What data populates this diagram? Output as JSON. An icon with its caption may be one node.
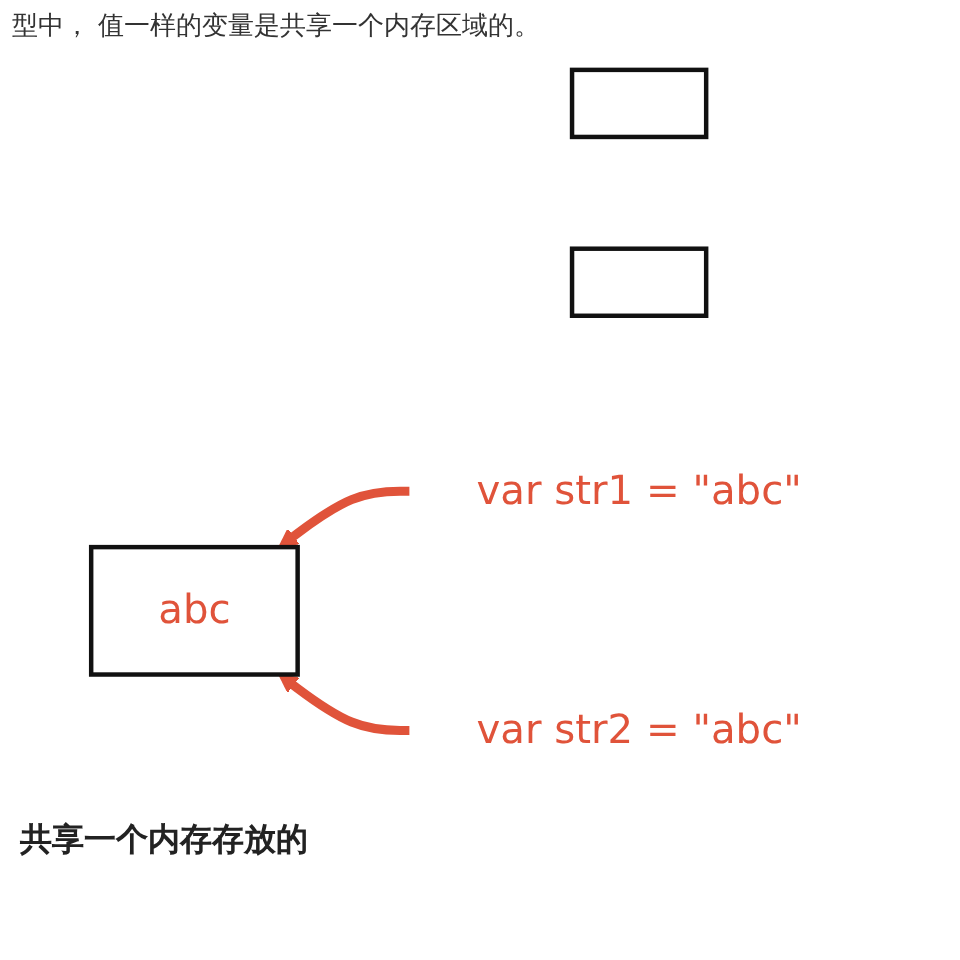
{
  "diagram": {
    "title": "型中， 值一样的变量是共享一个内存区域的。",
    "nodes": [
      {
        "text": [
          "abc"
        ]
      },
      {
        "text": [],
        "shape": "box"
      },
      {
        "text": [],
        "shape": "box"
      },
      {
        "text": [
          "var str1  = \"abc\""
        ]
      },
      {
        "text": [
          "var str2 = \"abc\""
        ]
      }
    ],
    "edges": [
      {
        "from": 3,
        "to": 0,
        "arrow": "to",
        "color": "#e0533a"
      },
      {
        "from": 4,
        "to": 0,
        "arrow": "to",
        "color": "#e0533a"
      }
    ],
    "labels": [
      "共享一个内存存放的"
    ]
  }
}
